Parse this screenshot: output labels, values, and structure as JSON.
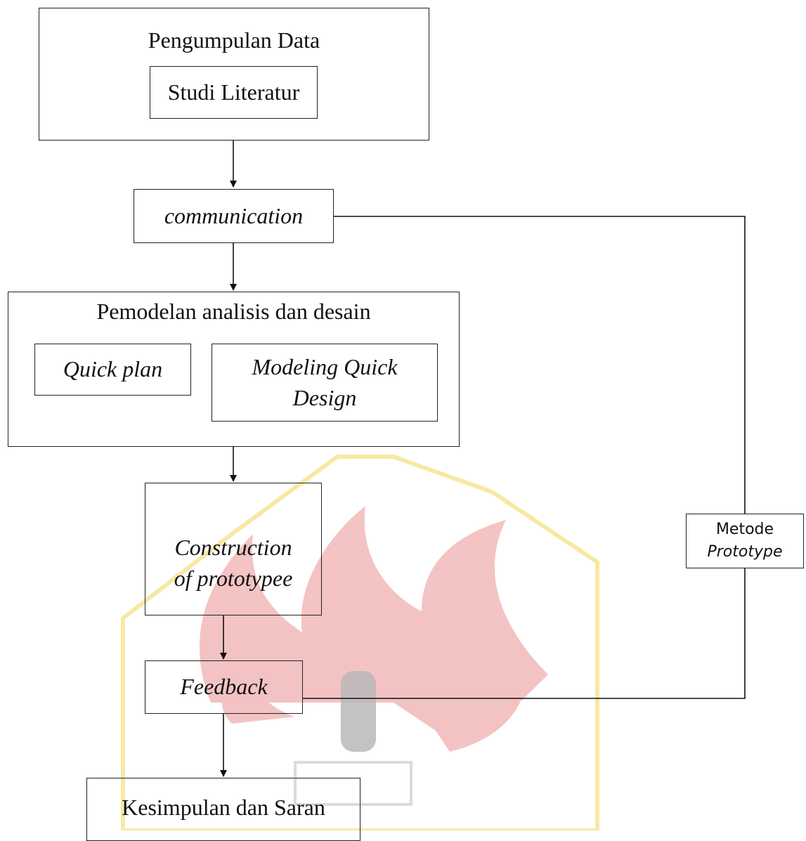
{
  "flowchart": {
    "pengumpulan_data": {
      "title": "Pengumpulan Data",
      "child": "Studi Literatur"
    },
    "communication": "communication",
    "pemodelan": {
      "title": "Pemodelan analisis dan desain",
      "quick_plan": "Quick plan",
      "modeling_line1": "Modeling Quick",
      "modeling_line2": "Design"
    },
    "construction": {
      "line1": "Construction",
      "line2": "of prototypee"
    },
    "feedback": "Feedback",
    "kesimpulan": "Kesimpulan dan Saran",
    "loop_label": {
      "line1": "Metode",
      "line2": "Prototype"
    }
  },
  "colors": {
    "line": "#222222",
    "watermark_flame": "#f2b9b9",
    "watermark_outline": "#f6e79a",
    "watermark_letter": "#b8b8b8"
  }
}
